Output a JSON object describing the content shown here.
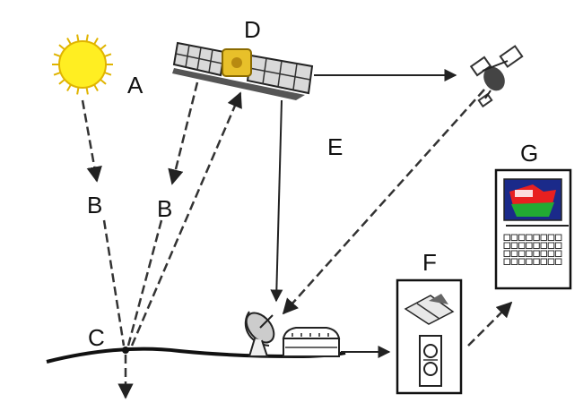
{
  "labels": {
    "A": "A",
    "B1": "B",
    "B2": "B",
    "C": "C",
    "D": "D",
    "E": "E",
    "F": "F",
    "G": "G"
  },
  "colors": {
    "sun": "#ffee22",
    "sun_outline": "#e0b400",
    "satellite_body": "#e8c02a",
    "screen_background": "#1a2a8a",
    "screen_red": "#e82020",
    "screen_green": "#22aa33"
  },
  "icons": {
    "sun": "sun-icon",
    "satellite": "satellite-icon",
    "relay_satellite": "relay-satellite-icon",
    "ground_antenna": "satellite-dish-icon",
    "receiving_station": "receiving-station-icon",
    "processing": "processing-panel-icon",
    "computer": "computer-icon"
  }
}
